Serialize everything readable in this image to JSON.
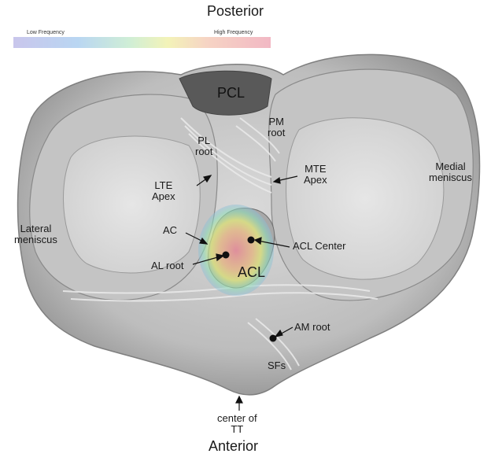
{
  "title_top": "Posterior",
  "title_bottom": "Anterior",
  "legend": {
    "low": "Low Frequency",
    "high": "High Frequency",
    "colors": [
      "#c9c6ec",
      "#b9d6f2",
      "#cfeed6",
      "#f3f3b8",
      "#f6d4c4",
      "#f2b8c4"
    ]
  },
  "labels": {
    "pcl": "PCL",
    "pm_root_1": "PM",
    "pm_root_2": "root",
    "pl_root_1": "PL",
    "pl_root_2": "root",
    "lte_1": "LTE",
    "lte_2": "Apex",
    "mte_1": "MTE",
    "mte_2": "Apex",
    "medial_1": "Medial",
    "medial_2": "meniscus",
    "lateral_1": "Lateral",
    "lateral_2": "meniscus",
    "ac": "AC",
    "acl_center": "ACL Center",
    "al_root": "AL root",
    "acl": "ACL",
    "am_root": "AM root",
    "sfs": "SFs",
    "tt_1": "center of",
    "tt_2": "TT"
  }
}
